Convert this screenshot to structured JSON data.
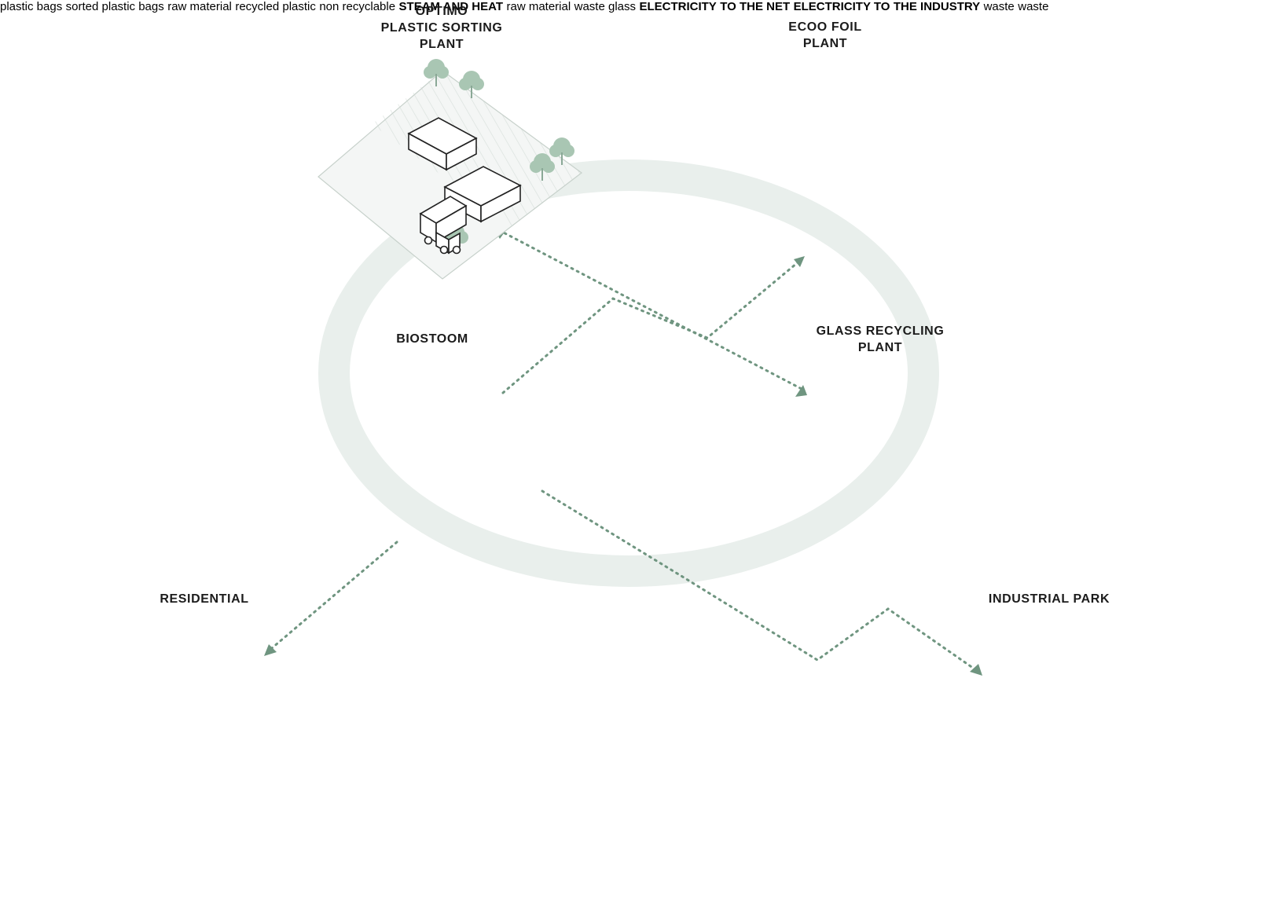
{
  "colors": {
    "orange": "#ef7045",
    "green": "#6f9580",
    "tree": "#a9c6b3",
    "ring": "#e9efec",
    "plot": "#f4f6f5",
    "hatch": "#cfd8d3",
    "dotted": "#6f9580"
  },
  "sites": {
    "optimo": "OPTIMO\nPLASTIC SORTING\nPLANT",
    "ecoo": "ECOO FOIL\nPLANT",
    "biostoom": "BIOSTOOM",
    "glass": "GLASS RECYCLING\nPLANT",
    "residential": "RESIDENTIAL",
    "industrial": "INDUSTRIAL PARK"
  },
  "flows": {
    "plastic_bags": "plastic bags",
    "sorted_plastic_bags": "sorted plastic bags",
    "raw_material_ecoo": "raw material",
    "recycled_plastic": "recycled plastic",
    "non_recyclable": "non recyclable",
    "steam_and_heat": "STEAM AND HEAT",
    "raw_material_glass": "raw material",
    "waste_glass": "waste glass",
    "electricity_net_1": "ELECTRICITY",
    "electricity_net_2": "TO THE NET",
    "electricity_industry_1": "ELECTRICITY TO",
    "electricity_industry_2": "THE INDUSTRY",
    "waste_residential": "waste",
    "waste_industrial": "waste"
  },
  "icons": {
    "truck": "truck-icon",
    "tree": "tree-icon",
    "building": "building-icon",
    "person": "person-icon",
    "bicycle": "bicycle-icon"
  }
}
